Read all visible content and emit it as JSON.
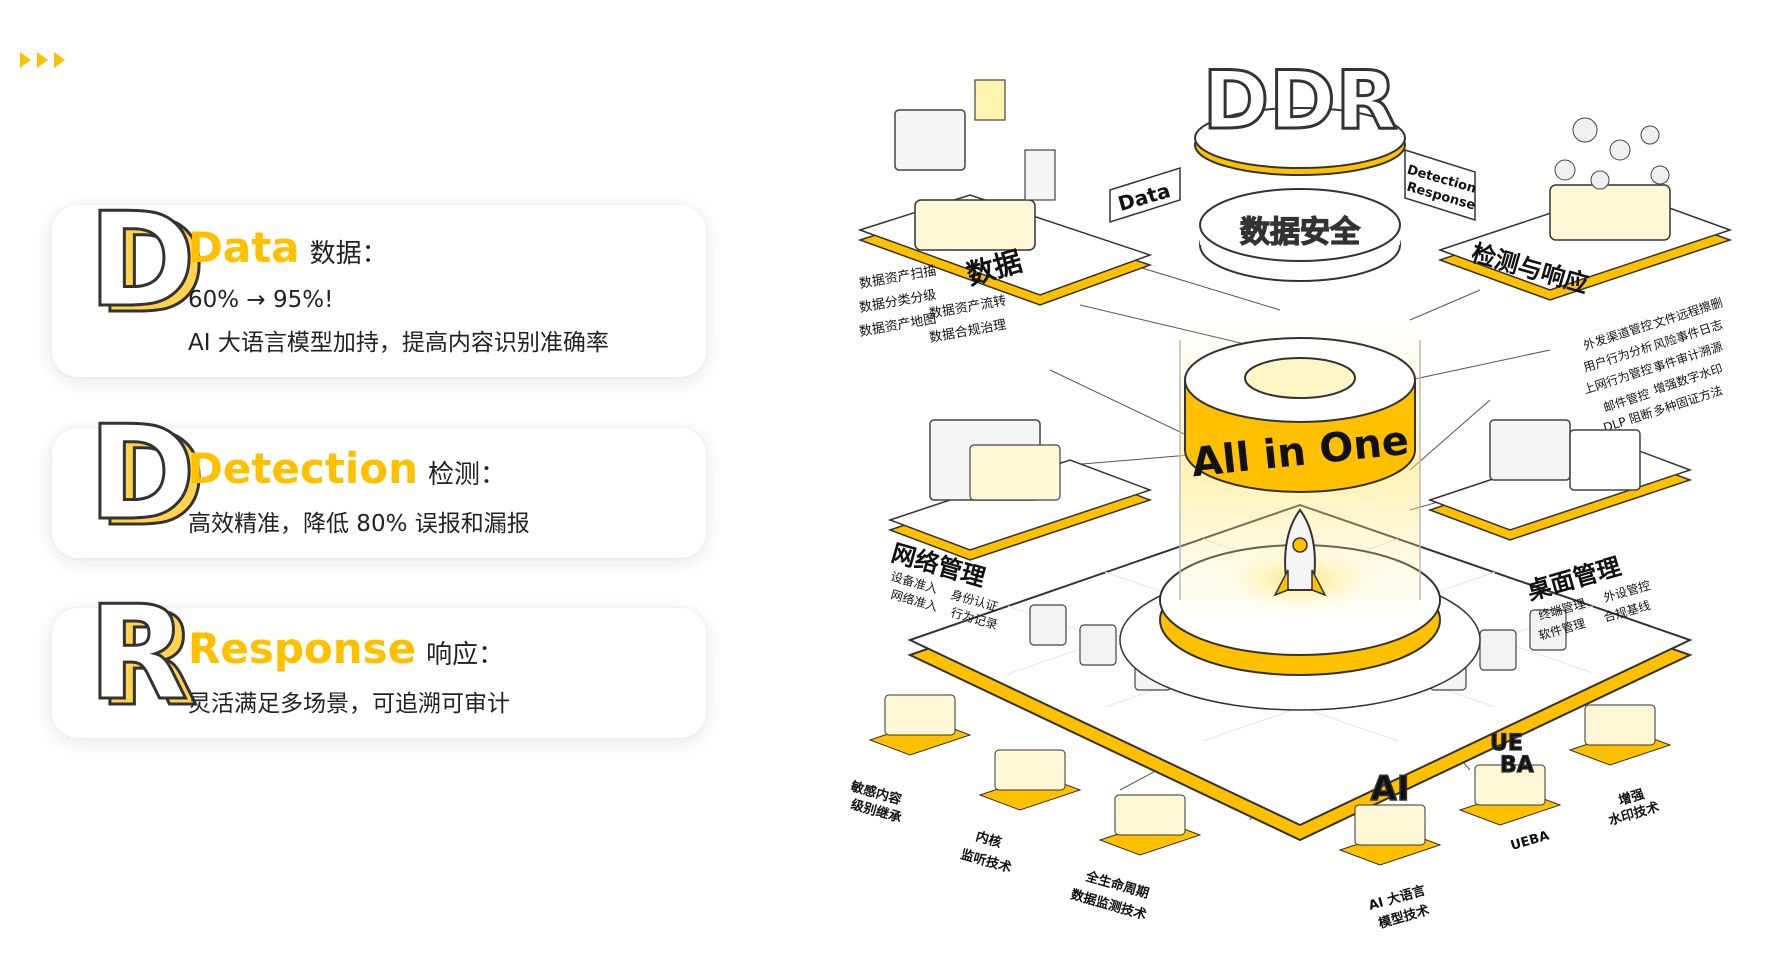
{
  "cards": [
    {
      "letter": "D",
      "title_en": "Data",
      "title_zh": "数据：",
      "lines": [
        "60% → 95%!",
        "AI 大语言模型加持，提高内容识别准确率"
      ]
    },
    {
      "letter": "D",
      "title_en": "Detection",
      "title_zh": "检测：",
      "lines": [
        "高效精准，降低 80% 误报和漏报"
      ]
    },
    {
      "letter": "R",
      "title_en": "Response",
      "title_zh": "响应：",
      "lines": [
        "灵活满足多场景，可追溯可审计"
      ]
    }
  ],
  "diagram": {
    "logo": "DDR",
    "center_title": "数据安全",
    "core": "All in One",
    "tag_data": "Data",
    "tag_detection_1": "Detection",
    "tag_detection_2": "Response",
    "modules": {
      "data": {
        "title": "数据",
        "items": [
          "数据资产扫描",
          "数据资产流转",
          "数据分类分级",
          "数据合规治理",
          "数据资产地图"
        ]
      },
      "detect": {
        "title": "检测与响应",
        "items": [
          "外发渠道管控",
          "文件远程擦删",
          "用户行为分析",
          "风险事件日志",
          "上网行为管控",
          "事件审计溯源",
          "邮件管控",
          "增强数字水印",
          "DLP 阻断",
          "多种固证方法"
        ]
      },
      "network": {
        "title": "网络管理",
        "items": [
          "设备准入",
          "身份认证",
          "网络准入",
          "行为记录"
        ]
      },
      "desktop": {
        "title": "桌面管理",
        "items": [
          "终端管理",
          "外设管控",
          "软件管理",
          "合规基线"
        ]
      }
    },
    "techs": [
      {
        "l1": "敏感内容",
        "l2": "级别继承"
      },
      {
        "l1": "内核",
        "l2": "监听技术"
      },
      {
        "l1": "全生命周期",
        "l2": "数据监测技术"
      },
      {
        "l1": "AI 大语言",
        "l2": "模型技术"
      },
      {
        "l1": "UEBA",
        "l2": ""
      },
      {
        "l1": "增强",
        "l2": "水印技术"
      }
    ],
    "tech_icons": {
      "ai": "AI",
      "ueba_1": "UE",
      "ueba_2": "BA"
    },
    "colors": {
      "accent": "#ffc000",
      "light": "#fff3b0",
      "line": "#333333"
    }
  }
}
